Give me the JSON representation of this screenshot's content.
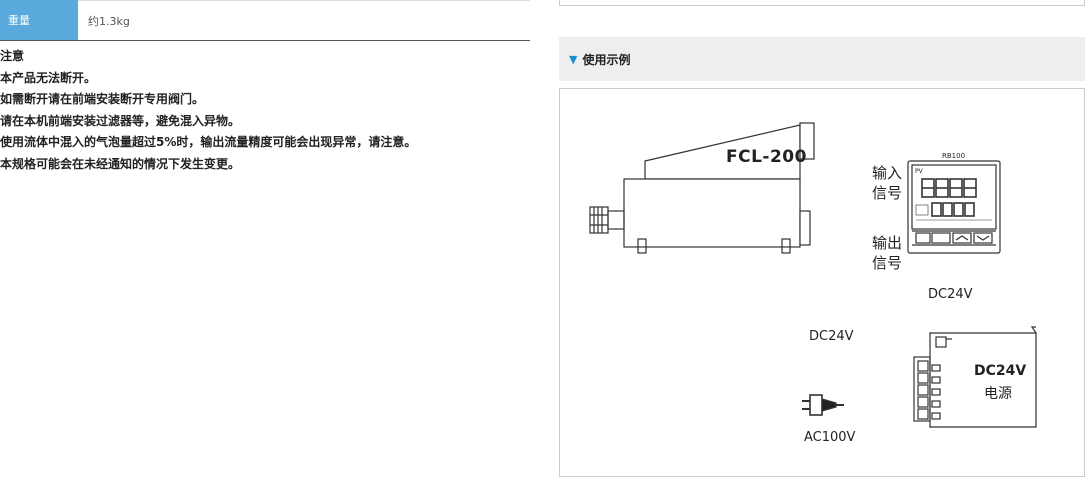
{
  "spec": {
    "label": "重量",
    "value": "约1.3kg"
  },
  "notes": {
    "title": "注意",
    "lines": [
      "本产品无法断开。",
      "如需断开请在前端安装断开专用阀门。",
      "请在本机前端安装过滤器等，避免混入异物。",
      "使用流体中混入的气泡量超过5%时，输出流量精度可能会出现异常，请注意。",
      "本规格可能会在未经通知的情况下发生变更。"
    ]
  },
  "usage": {
    "heading": "使用示例",
    "device_label": "FCL-200",
    "input_signal": "输入\n信号",
    "output_signal": "输出\n信号",
    "controller_model": "RB100",
    "controller_pv": "PV",
    "dc24v_right": "DC24V",
    "dc24v_left": "DC24V",
    "psu_label": "DC24V",
    "psu_sublabel": "电源",
    "ac_label": "AC100V"
  },
  "colors": {
    "accent": "#5aa9dd",
    "triangle": "#1a8fd0"
  }
}
